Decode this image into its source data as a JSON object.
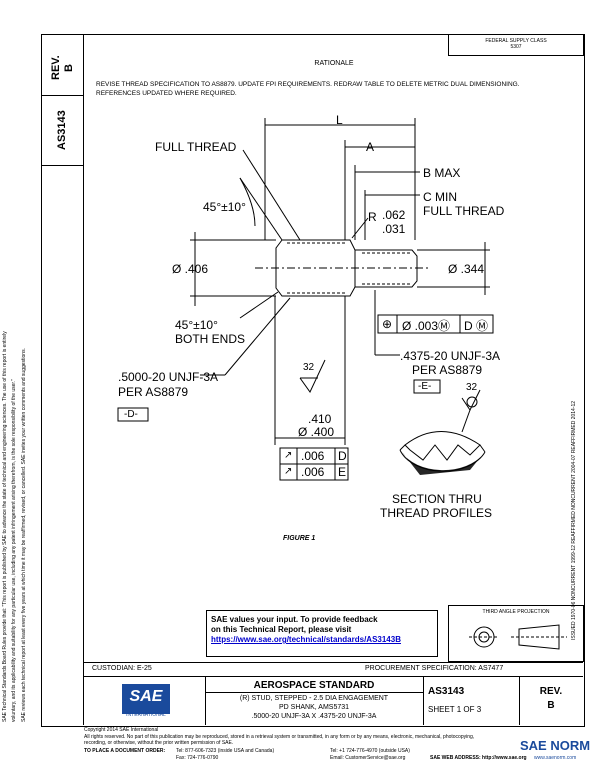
{
  "side": {
    "rev_label": "REV.",
    "rev_value": "B",
    "doc_number": "AS3143",
    "legal_1": "SAE Technical Standards Board Rules provide that: \"This report is published by SAE to advance the state of technical and engineering sciences. The use of this report is entirely",
    "legal_2": "voluntary, and its applicability and suitability for any particular use, including any patent infringement arising therefrom, is the sole responsibility of the user.\"",
    "legal_3": "SAE reviews each technical report at least every five years at which time it may be reaffirmed, revised, or cancelled. SAE invites your written comments and suggestions.",
    "history": "ISSUED 1970-06  NONCURRENT 1999-12  REAFFIRMED NONCURRENT 2004-07  REAFFIRMED 2014-12"
  },
  "header": {
    "fed_line1": "FEDERAL SUPPLY CLASS",
    "fed_line2": "5307"
  },
  "rationale": {
    "title": "RATIONALE",
    "text": "REVISE THREAD SPECIFICATION TO AS8879. UPDATE FPI REQUIREMENTS. REDRAW TABLE TO DELETE METRIC DUAL DIMENSIONING. REFERENCES UPDATED WHERE REQUIRED."
  },
  "drawing": {
    "L": "L",
    "A": "A",
    "full_thread": "FULL THREAD",
    "b_max": "B MAX",
    "c_min": "C MIN",
    "c_full_thread": "FULL THREAD",
    "angle_top": "45°±10°",
    "radius_r": "R",
    "radius_1": ".062",
    "radius_2": ".031",
    "dia_406": "Ø .406",
    "dia_344": "Ø .344",
    "angle_bottom_1": "45°±10°",
    "angle_bottom_2": "BOTH ENDS",
    "fcf_sym": "⊕",
    "fcf_val": "Ø .003Ⓜ",
    "fcf_datum": "D Ⓜ",
    "thread_small_1": ".4375-20 UNJF-3A",
    "thread_small_2": "PER AS8879",
    "datum_e": "-E-",
    "finish_32a": "32",
    "finish_32b": "32",
    "thread_large_1": ".5000-20 UNJF-3A",
    "thread_large_2": "PER AS8879",
    "datum_d": "-D-",
    "dia_bot_1": ".410",
    "dia_bot_2": "Ø .400",
    "runout_1_val": ".006",
    "runout_1_datum": "D",
    "runout_2_val": ".006",
    "runout_2_datum": "E",
    "section_1": "SECTION THRU",
    "section_2": "THREAD PROFILES",
    "figure": "FIGURE 1"
  },
  "feedback": {
    "line1": "SAE values your input. To provide feedback",
    "line2": "on this Technical Report, please visit",
    "url": "https://www.sae.org/technical/standards/AS3143B"
  },
  "projection": {
    "label": "THIRD ANGLE PROJECTION"
  },
  "titleblock": {
    "custodian": "CUSTODIAN: E-25",
    "procurement": "PROCUREMENT SPECIFICATION: AS7477",
    "standard": "AEROSPACE STANDARD",
    "desc1": "(R) STUD, STEPPED - 2.5 DIA ENGAGEMENT",
    "desc2": "PD SHANK, AMS5731",
    "desc3": ".5000-20 UNJF-3A X .4375-20 UNJF-3A",
    "doc": "AS3143",
    "sheet": "SHEET 1 OF 3",
    "rev_label": "REV.",
    "rev": "B",
    "logo": "SAE",
    "logo_sub": "INTERNATIONAL"
  },
  "footer": {
    "copyright": "Copyright 2014 SAE International",
    "rights": "All rights reserved. No part of this publication may be reproduced, stored in a retrieval system or transmitted, in any form or by any means, electronic, mechanical, photocopying,",
    "rights2": "recording, or otherwise, without the prior written permission of SAE.",
    "order": "TO PLACE A DOCUMENT ORDER:",
    "tel": "Tel: 877-606-7323 (inside USA and Canada)",
    "tel2": "Tel: +1 724-776-4970 (outside USA)",
    "fax": "Fax: 724-776-0790",
    "email": "Email: CustomerService@sae.org",
    "web": "SAE WEB ADDRESS: http://www.sae.org",
    "watermark": "SAE NORM",
    "watermark_sub": "www.saenorm.com"
  }
}
